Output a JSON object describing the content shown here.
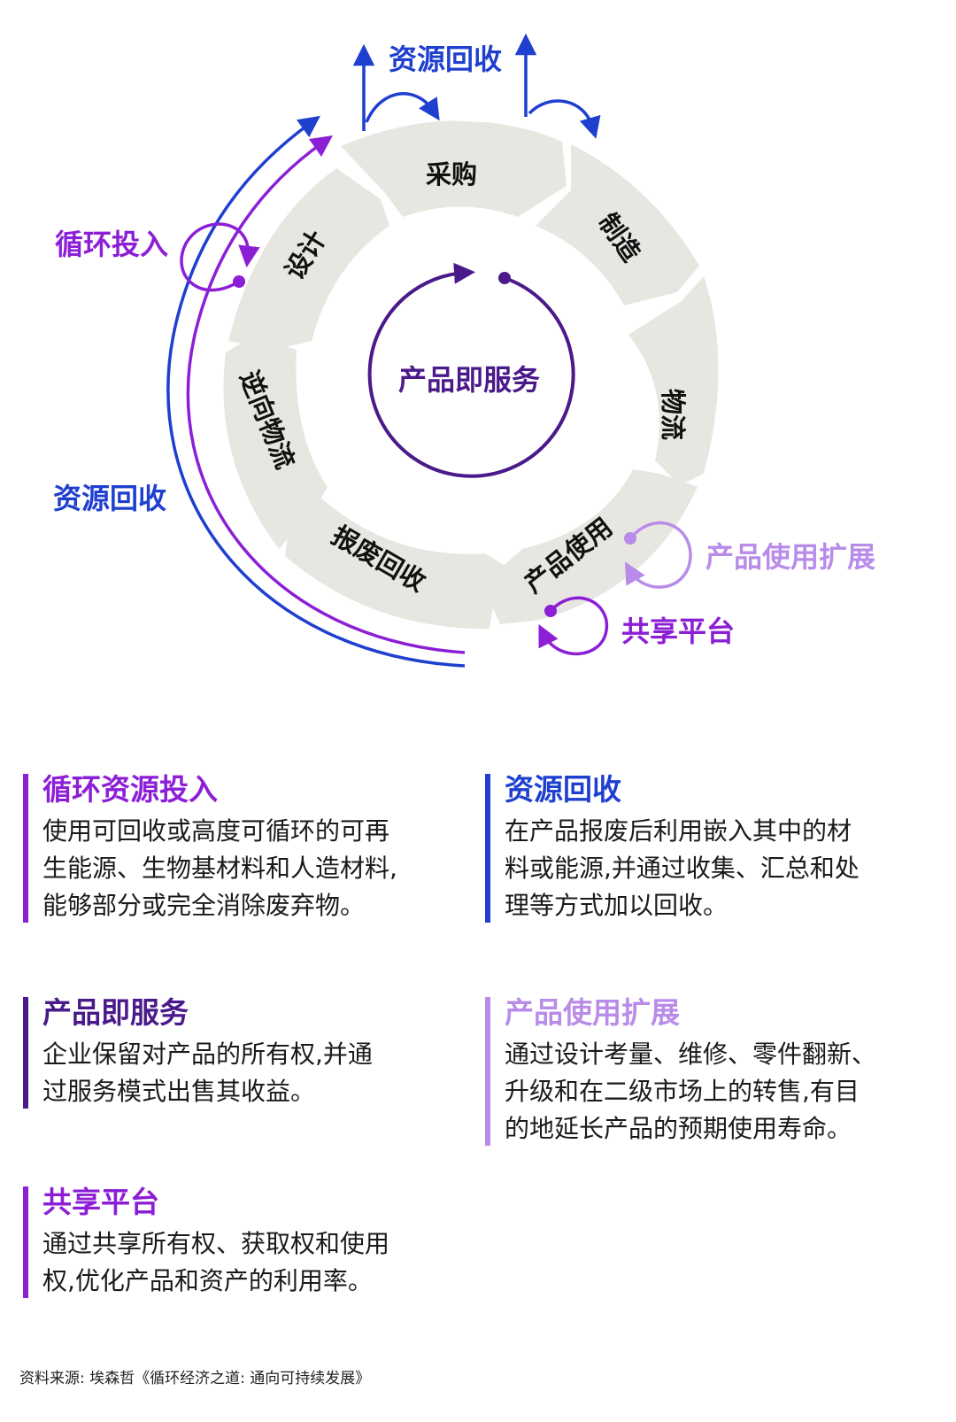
{
  "colors": {
    "ring": "#e8e6e1",
    "blue": "#1f3fcf",
    "purple": "#8c1fd6",
    "dark_purple": "#4a1a8a",
    "light_purple": "#b88ce8",
    "text": "#111111"
  },
  "diagram": {
    "center_label": "产品即服务",
    "segments": [
      "采购",
      "制造",
      "物流",
      "产品使用",
      "报废回收",
      "逆向物流",
      "设计"
    ],
    "top_label": "资源回收",
    "left_top_label": "循环投入",
    "left_bottom_label": "资源回收",
    "right_label_1": "产品使用扩展",
    "right_label_2": "共享平台"
  },
  "legend": [
    {
      "title": "循环资源投入",
      "color_key": "purple",
      "lines": [
        "使用可回收或高度可循环的可再",
        "生能源、生物基材料和人造材料,",
        "能够部分或完全消除废弃物。"
      ]
    },
    {
      "title": "资源回收",
      "color_key": "blue",
      "lines": [
        "在产品报废后利用嵌入其中的材",
        "料或能源,并通过收集、汇总和处",
        "理等方式加以回收。"
      ]
    },
    {
      "title": "产品即服务",
      "color_key": "dark_purple",
      "lines": [
        "企业保留对产品的所有权,并通",
        "过服务模式出售其收益。"
      ]
    },
    {
      "title": "产品使用扩展",
      "color_key": "light_purple",
      "lines": [
        "通过设计考量、维修、零件翻新、",
        "升级和在二级市场上的转售,有目",
        "的地延长产品的预期使用寿命。"
      ]
    },
    {
      "title": "共享平台",
      "color_key": "purple",
      "lines": [
        "通过共享所有权、获取权和使用",
        "权,优化产品和资产的利用率。"
      ]
    }
  ],
  "source": "资料来源: 埃森哲《循环经济之道: 通向可持续发展》"
}
